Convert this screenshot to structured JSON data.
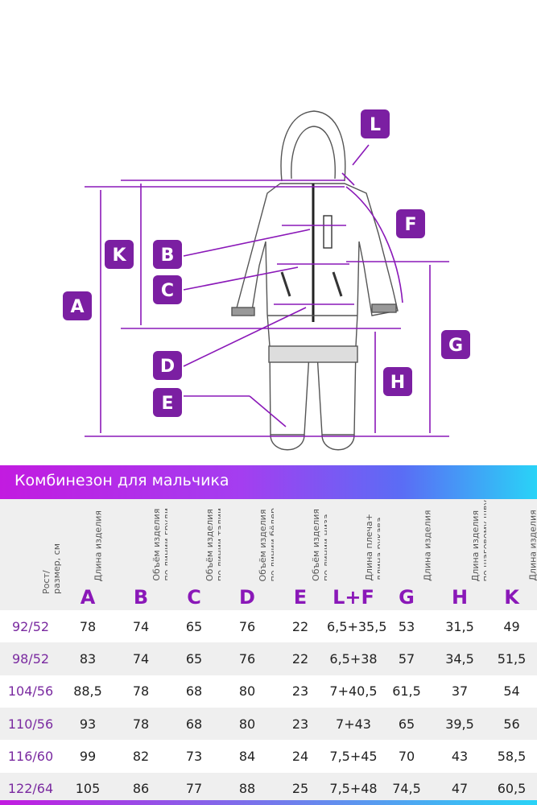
{
  "diagram": {
    "labels": [
      "L",
      "K",
      "B",
      "F",
      "C",
      "A",
      "G",
      "D",
      "H",
      "E"
    ],
    "accent": "#7b1fa2",
    "line_color": "#8a18b8"
  },
  "banner": {
    "title": "Комбинезон для мальчика",
    "colors": [
      "#c21be0",
      "#29d3f7"
    ]
  },
  "table": {
    "columns": [
      {
        "label": "Рост/\nразмер, см",
        "letter": ""
      },
      {
        "label": "Длина изделия",
        "letter": "A"
      },
      {
        "label": "Объём изделия\nпо линии груди",
        "letter": "B"
      },
      {
        "label": "Объём изделия\nпо линии талии",
        "letter": "C"
      },
      {
        "label": "Объём изделия\nпо линии бёдер",
        "letter": "D"
      },
      {
        "label": "Объём изделия\nпо линии низа",
        "letter": "E"
      },
      {
        "label": "Длина плеча+\nдлина рукава",
        "letter": "L+F"
      },
      {
        "label": "Длина изделия\nпо боковому шву\nот талии",
        "letter": "G"
      },
      {
        "label": "Длина изделия\nпо шаговому шву",
        "letter": "H"
      },
      {
        "label": "Длина изделия\nот верха стойки\nдо шагового шва",
        "letter": "K"
      }
    ],
    "rows": [
      [
        "92/52",
        "78",
        "74",
        "65",
        "76",
        "22",
        "6,5+35,5",
        "53",
        "31,5",
        "49"
      ],
      [
        "98/52",
        "83",
        "74",
        "65",
        "76",
        "22",
        "6,5+38",
        "57",
        "34,5",
        "51,5"
      ],
      [
        "104/56",
        "88,5",
        "78",
        "68",
        "80",
        "23",
        "7+40,5",
        "61,5",
        "37",
        "54"
      ],
      [
        "110/56",
        "93",
        "78",
        "68",
        "80",
        "23",
        "7+43",
        "65",
        "39,5",
        "56"
      ],
      [
        "116/60",
        "99",
        "82",
        "73",
        "84",
        "24",
        "7,5+45",
        "70",
        "43",
        "58,5"
      ],
      [
        "122/64",
        "105",
        "86",
        "77",
        "88",
        "25",
        "7,5+48",
        "74,5",
        "47",
        "60,5"
      ]
    ]
  }
}
